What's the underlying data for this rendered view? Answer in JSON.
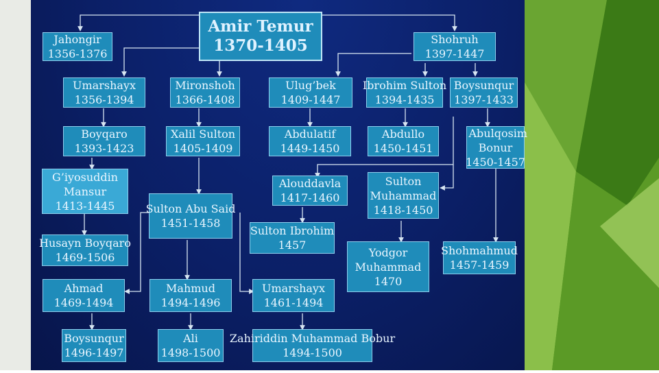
{
  "slide": {
    "root": {
      "name": "Amir Temur",
      "years": "1370-1405"
    },
    "nodes": [
      {
        "id": "jahongir",
        "name": "Jahongir",
        "years": "1356-1376"
      },
      {
        "id": "shohruh",
        "name": "Shohruh",
        "years": "1397-1447"
      },
      {
        "id": "umarshayx1",
        "name": "Umarshayx",
        "years": "1356-1394"
      },
      {
        "id": "mironshoh",
        "name": "Mironshoh",
        "years": "1366-1408"
      },
      {
        "id": "ulugbek",
        "name": "Ulug’bek",
        "years": "1409-1447"
      },
      {
        "id": "ibrohim",
        "name": "Ibrohim Sulton",
        "years": "1394-1435"
      },
      {
        "id": "boysunqur1",
        "name": "Boysunqur",
        "years": "1397-1433"
      },
      {
        "id": "boyqaro",
        "name": "Boyqaro",
        "years": "1393-1423"
      },
      {
        "id": "xalil",
        "name": "Xalil Sulton",
        "years": "1405-1409"
      },
      {
        "id": "abdulatif",
        "name": "Abdulatif",
        "years": "1449-1450"
      },
      {
        "id": "abdullo",
        "name": "Abdullo",
        "years": "1450-1451"
      },
      {
        "id": "abulqosim",
        "name": "Abulqosim Bonur",
        "years": "1450-1457"
      },
      {
        "id": "giyosuddin",
        "name": "G’iyosuddin Mansur",
        "years": "1413-1445"
      },
      {
        "id": "abusaid",
        "name": "Sulton Abu Said",
        "years": "1451-1458"
      },
      {
        "id": "alouddavla",
        "name": "Alouddavla",
        "years": "1417-1460"
      },
      {
        "id": "sultonmuhammad",
        "name": "Sulton Muhammad",
        "years": "1418-1450"
      },
      {
        "id": "husayn",
        "name": "Husayn Boyqaro",
        "years": "1469-1506"
      },
      {
        "id": "sultonibrohim",
        "name": "Sulton Ibrohim",
        "years": "1457"
      },
      {
        "id": "yodgor",
        "name": "Yodgor Muhammad",
        "years": "1470"
      },
      {
        "id": "shohmahmud",
        "name": "Shohmahmud",
        "years": "1457-1459"
      },
      {
        "id": "ahmad",
        "name": "Ahmad",
        "years": "1469-1494"
      },
      {
        "id": "mahmud",
        "name": "Mahmud",
        "years": "1494-1496"
      },
      {
        "id": "umarshayx2",
        "name": "Umarshayx",
        "years": "1461-1494"
      },
      {
        "id": "boysunqur2",
        "name": "Boysunqur",
        "years": "1496-1497"
      },
      {
        "id": "ali",
        "name": "Ali",
        "years": "1498-1500"
      },
      {
        "id": "bobur",
        "name": "Zahiriddin Muhammad Bobur",
        "years": "1494-1500"
      }
    ]
  }
}
